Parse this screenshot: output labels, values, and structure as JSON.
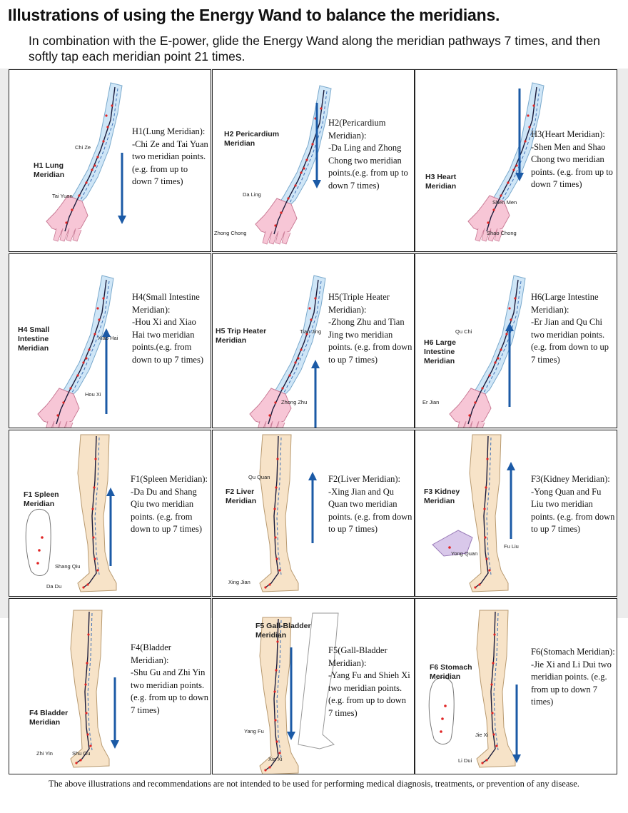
{
  "header": {
    "title": "Illustrations of using the Energy Wand to balance the meridians.",
    "subtitle": "In combination with the E-power, glide the Energy Wand along the meridian pathways 7 times, and then softly tap each meridian point 21 times."
  },
  "panels": [
    {
      "label": "H1 Lung\nMeridian",
      "text": "H1(Lung Meridian):\n-Chi Ze and Tai Yuan two meridian points.\n(e.g. from up to down 7 times)",
      "points": [
        "Chi Ze",
        "Tai Yuan"
      ],
      "direction": "down"
    },
    {
      "label": "H2 Pericardium\nMeridian",
      "text": "H2(Pericardium Meridian):\n-Da Ling and Zhong Chong two meridian points.(e.g. from up to down 7 times)",
      "points": [
        "Da Ling",
        "Zhong Chong"
      ],
      "direction": "down"
    },
    {
      "label": "H3 Heart\nMeridian",
      "text": "H3(Heart Meridian):\n-Shen Men and Shao Chong two meridian points. (e.g. from up to down 7 times)",
      "points": [
        "Shen Men",
        "Shao Chong"
      ],
      "direction": "down"
    },
    {
      "label": "H4 Small\nIntestine\nMeridian",
      "text": "H4(Small Intestine Meridian):\n-Hou Xi and Xiao Hai two meridian points.(e.g. from down to up 7 times)",
      "points": [
        "Xiao Hai",
        "Hou Xi"
      ],
      "direction": "up"
    },
    {
      "label": "H5 Trip Heater\nMeridian",
      "text": "H5(Triple Heater Meridian):\n-Zhong Zhu and Tian Jing two meridian points. (e.g. from down to up 7 times)",
      "points": [
        "Tian Jing",
        "Zhong Zhu"
      ],
      "direction": "up"
    },
    {
      "label": "H6 Large\nIntestine\nMeridian",
      "text": "H6(Large Intestine Meridian):\n-Er Jian and Qu Chi two meridian points. (e.g. from down to up 7 times)",
      "points": [
        "Qu Chi",
        "Er Jian"
      ],
      "direction": "up"
    },
    {
      "label": "F1 Spleen\nMeridian",
      "text": "F1(Spleen Meridian):\n-Da Du and Shang Qiu two meridian points. (e.g. from down to up 7 times)",
      "points": [
        "Shang Qiu",
        "Da Du"
      ],
      "direction": "up"
    },
    {
      "label": "F2 Liver\nMeridian",
      "text": "F2(Liver Meridian):\n-Xing Jian and Qu Quan two meridian points. (e.g. from down to up 7 times)",
      "points": [
        "Qu Quan",
        "Xing Jian"
      ],
      "direction": "up"
    },
    {
      "label": "F3 Kidney\nMeridian",
      "text": "F3(Kidney Meridian):\n-Yong Quan and Fu Liu two meridian points. (e.g. from down to up 7 times)",
      "points": [
        "Fu Liu",
        "Yong Quan"
      ],
      "direction": "up"
    },
    {
      "label": "F4 Bladder\nMeridian",
      "text": "F4(Bladder Meridian):\n-Shu Gu and  Zhi Yin two meridian points.\n(e.g. from up to down 7 times)",
      "points": [
        "Zhi Yin",
        "Shu Gu"
      ],
      "direction": "down"
    },
    {
      "label": "F5 Gall-Bladder\nMeridian",
      "text": "F5(Gall-Bladder Meridian):\n-Yang Fu and Shieh Xi two meridian points. (e.g. from up to down 7 times)",
      "points": [
        "Yang Fu",
        "Xia Xi"
      ],
      "direction": "down"
    },
    {
      "label": "F6 Stomach\nMeridian",
      "text": "F6(Stomach Meridian):\n-Jie Xi and Li Dui two meridian points. (e.g. from up to down 7 times)",
      "points": [
        "Jie Xi",
        "Li Dui"
      ],
      "direction": "down"
    }
  ],
  "footer": {
    "disclaimer": "The above illustrations and recommendations are not intended to be used for performing medical diagnosis, treatments, or prevention of any disease."
  },
  "colors": {
    "arm_fill": "#cfe6f7",
    "hand_fill": "#f7c6d6",
    "leg_fill": "#f7e3c8",
    "arrow": "#1b5aa6",
    "point": "#e02424"
  }
}
